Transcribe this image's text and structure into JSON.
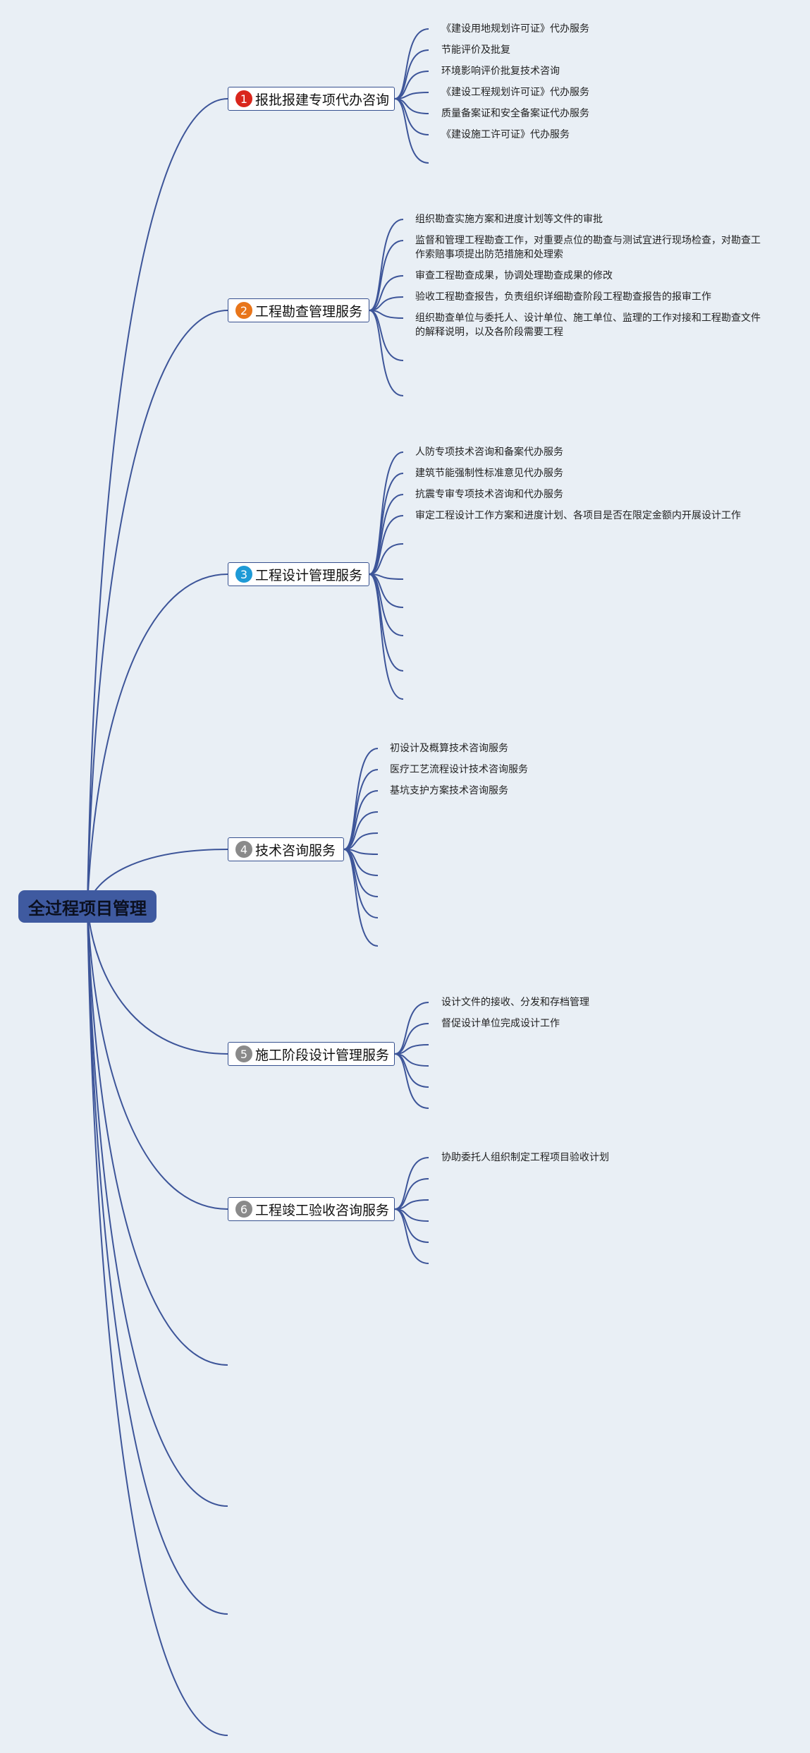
{
  "root": {
    "label": "全过程项目管理"
  },
  "branches": [
    {
      "number": "1",
      "label": "报批报建专项代办咨询",
      "badge_color": "#d9261c",
      "leaves": [
        "《建设用地规划许可证》代办服务",
        "节能评价及批复",
        "环境影响评价批复技术咨询",
        "《建设工程规划许可证》代办服务",
        "质量备案证和安全备案证代办服务",
        "《建设施工许可证》代办服务"
      ]
    },
    {
      "number": "2",
      "label": "工程勘查管理服务",
      "badge_color": "#e8751a",
      "leaves": [
        "组织勘查实施方案和进度计划等文件的审批",
        "监督和管理工程勘查工作，对重要点位的勘查与测试宜进行现场检查，对勘查工作索赔事项提出防范措施和处理索",
        "审查工程勘查成果，协调处理勘查成果的修改",
        "验收工程勘查报告，负责组织详细勘查阶段工程勘查报告的报审工作",
        "组织勘查单位与委托人、设计单位、施工单位、监理的工作对接和工程勘查文件的解释说明，以及各阶段需要工程"
      ]
    },
    {
      "number": "3",
      "label": "工程设计管理服务",
      "badge_color": "#1e9ad6",
      "leaves": [
        "人防专项技术咨询和备案代办服务",
        "建筑节能强制性标准意见代办服务",
        "抗震专审专项技术咨询和代办服务",
        "审定工程设计工作方案和进度计划、各项目是否在限定金额内开展设计工作"
      ]
    },
    {
      "number": "4",
      "label": "技术咨询服务",
      "badge_color": "#8a8a8a",
      "leaves": [
        "初设计及概算技术咨询服务",
        "医疗工艺流程设计技术咨询服务",
        "基坑支护方案技术咨询服务"
      ]
    },
    {
      "number": "5",
      "label": "施工阶段设计管理服务",
      "badge_color": "#8a8a8a",
      "leaves": [
        "设计文件的接收、分发和存档管理",
        "督促设计单位完成设计工作"
      ]
    },
    {
      "number": "6",
      "label": "工程竣工验收咨询服务",
      "badge_color": "#8a8a8a",
      "leaves": [
        "协助委托人组织制定工程项目验收计划"
      ]
    }
  ],
  "colors": {
    "background": "#e9eff5",
    "line": "#3d5599",
    "root_fill": "#3f5aa0"
  }
}
